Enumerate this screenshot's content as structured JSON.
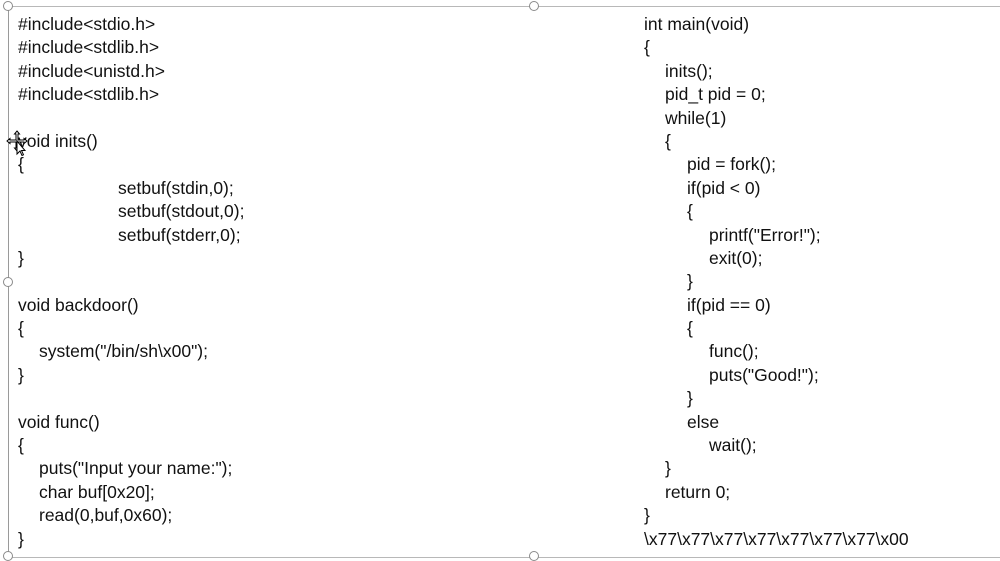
{
  "left_code": [
    "#include<stdio.h>",
    "#include<stdlib.h>",
    "#include<unistd.h>",
    "#include<stdlib.h>",
    "",
    "void inits()",
    "{",
    "setbuf(stdin,0);",
    "setbuf(stdout,0);",
    "setbuf(stderr,0);",
    "}",
    "",
    "void backdoor()",
    "{",
    "system(\"/bin/sh\\x00\");",
    "}",
    "",
    "void func()",
    "{",
    "puts(\"Input your name:\");",
    "char buf[0x20];",
    "read(0,buf,0x60);",
    "}"
  ],
  "right_code": [
    "int main(void)",
    "{",
    "inits();",
    "pid_t pid = 0;",
    "while(1)",
    "{",
    "pid = fork();",
    "if(pid < 0)",
    "{",
    "printf(\"Error!\");",
    "exit(0);",
    "}",
    "if(pid == 0)",
    "{",
    "func();",
    "puts(\"Good!\");",
    "}",
    "else",
    "wait();",
    "}",
    "return 0;",
    "}",
    "\\x77\\x77\\x77\\x77\\x77\\x77\\x77\\x00"
  ],
  "cursor_icon": "move-cursor-icon"
}
